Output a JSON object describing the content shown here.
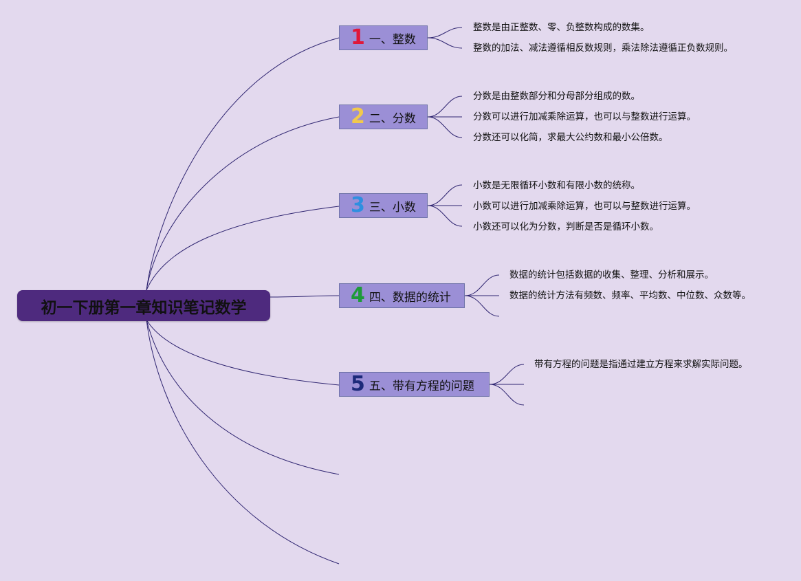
{
  "root": {
    "title": "初一下册第一章知识笔记数学"
  },
  "branches": [
    {
      "number": "1",
      "number_color": "#e0183a",
      "label": "一、整数",
      "notes": [
        "整数是由正整数、零、负整数构成的数集。",
        "整数的加法、减法遵循相反数规则，乘法除法遵循正负数规则。"
      ]
    },
    {
      "number": "2",
      "number_color": "#f2c94c",
      "label": "二、分数",
      "notes": [
        "分数是由整数部分和分母部分组成的数。",
        "分数可以进行加减乘除运算，也可以与整数进行运算。",
        "分数还可以化简，求最大公约数和最小公倍数。"
      ]
    },
    {
      "number": "3",
      "number_color": "#2f8fe0",
      "label": "三、小数",
      "notes": [
        "小数是无限循环小数和有限小数的统称。",
        "小数可以进行加减乘除运算，也可以与整数进行运算。",
        "小数还可以化为分数，判断是否是循环小数。"
      ]
    },
    {
      "number": "4",
      "number_color": "#1e9a3a",
      "label": "四、数据的统计",
      "notes": [
        "数据的统计包括数据的收集、整理、分析和展示。",
        "数据的统计方法有频数、频率、平均数、中位数、众数等。"
      ]
    },
    {
      "number": "5",
      "number_color": "#1d2a7a",
      "label": "五、带有方程的问题",
      "notes": [
        "带有方程的问题是指通过建立方程来求解实际问题。"
      ]
    }
  ],
  "colors": {
    "background": "#e3d9ee",
    "root_fill": "#4e2a7e",
    "branch_fill": "#9b8fd6",
    "connector": "#2e2470"
  }
}
